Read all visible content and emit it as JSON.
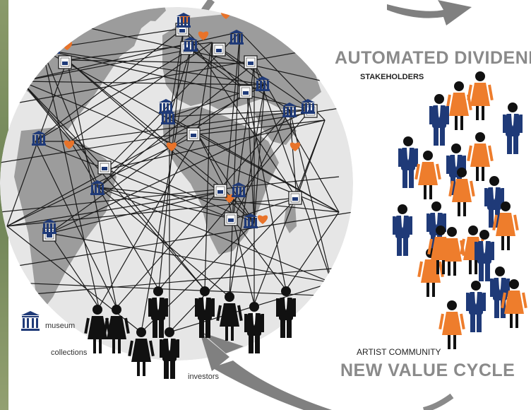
{
  "diagram": {
    "headings": {
      "top": "AUTOMATED DIVIDEND",
      "stakeholders": "STAKEHOLDERS",
      "artist_community": "ARTIST COMMUNITY",
      "bottom": "NEW VALUE CYCLE"
    },
    "legend": {
      "museum": "museum",
      "collections": "collections",
      "investors": "investors"
    },
    "icons": {
      "museum_icon": "museum-icon",
      "collection_icon": "collection-icon",
      "heart_icon": "heart-icon",
      "person_icon": "person-icon"
    },
    "colors": {
      "land": "#9c9c9c",
      "ocean": "#e6e6e6",
      "museum": "#1f3a78",
      "heart": "#e8732a",
      "person_orange": "#ee7d2c",
      "person_blue": "#1f3a78",
      "investor": "#111111",
      "arrow": "#808080",
      "heading_gray": "#8a8a8a",
      "lines": "#1a1a1a",
      "left_strip": "#7d9060"
    }
  }
}
